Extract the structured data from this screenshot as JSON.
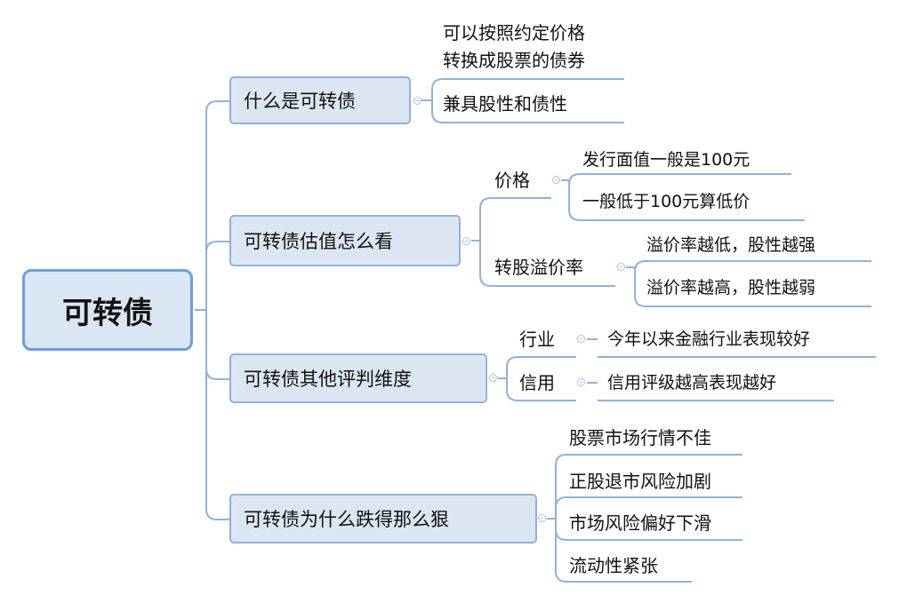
{
  "root": {
    "label": "可转债"
  },
  "topics": [
    {
      "label": "什么是可转债",
      "children": [
        {
          "label": "可以按照约定价格\n转换成股票的债券"
        },
        {
          "label": "兼具股性和债性"
        }
      ]
    },
    {
      "label": "可转债估值怎么看",
      "children": [
        {
          "label": "价格",
          "children": [
            {
              "label": "发行面值一般是100元"
            },
            {
              "label": "一般低于100元算低价"
            }
          ]
        },
        {
          "label": "转股溢价率",
          "children": [
            {
              "label": "溢价率越低，股性越强"
            },
            {
              "label": "溢价率越高，股性越弱"
            }
          ]
        }
      ]
    },
    {
      "label": "可转债其他评判维度",
      "children": [
        {
          "label": "行业",
          "children": [
            {
              "label": "今年以来金融行业表现较好"
            }
          ]
        },
        {
          "label": "信用",
          "children": [
            {
              "label": "信用评级越高表现越好"
            }
          ]
        }
      ]
    },
    {
      "label": "可转债为什么跌得那么狠",
      "children": [
        {
          "label": "股票市场行情不佳"
        },
        {
          "label": "正股退市风险加剧"
        },
        {
          "label": "市场风险偏好下滑"
        },
        {
          "label": "流动性紧张"
        }
      ]
    }
  ],
  "colors": {
    "connector": "#8fb2de",
    "topic_fill": "#dce6f3",
    "root_border": "#6f9fd8",
    "root_fill": "#dbe6f4"
  }
}
